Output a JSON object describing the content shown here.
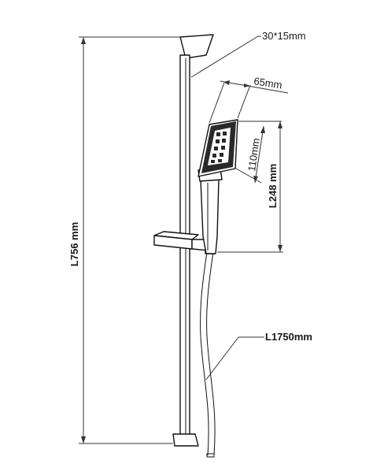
{
  "labels": {
    "rail_section": "30*15mm",
    "head_width": "65mm",
    "head_height": "110mm",
    "handle_length": "L248 mm",
    "rail_length": "L756 mm",
    "hose_length": "L1750mm"
  },
  "colors": {
    "line": "#111111",
    "face": "#2a2a2a",
    "background": "#ffffff"
  }
}
